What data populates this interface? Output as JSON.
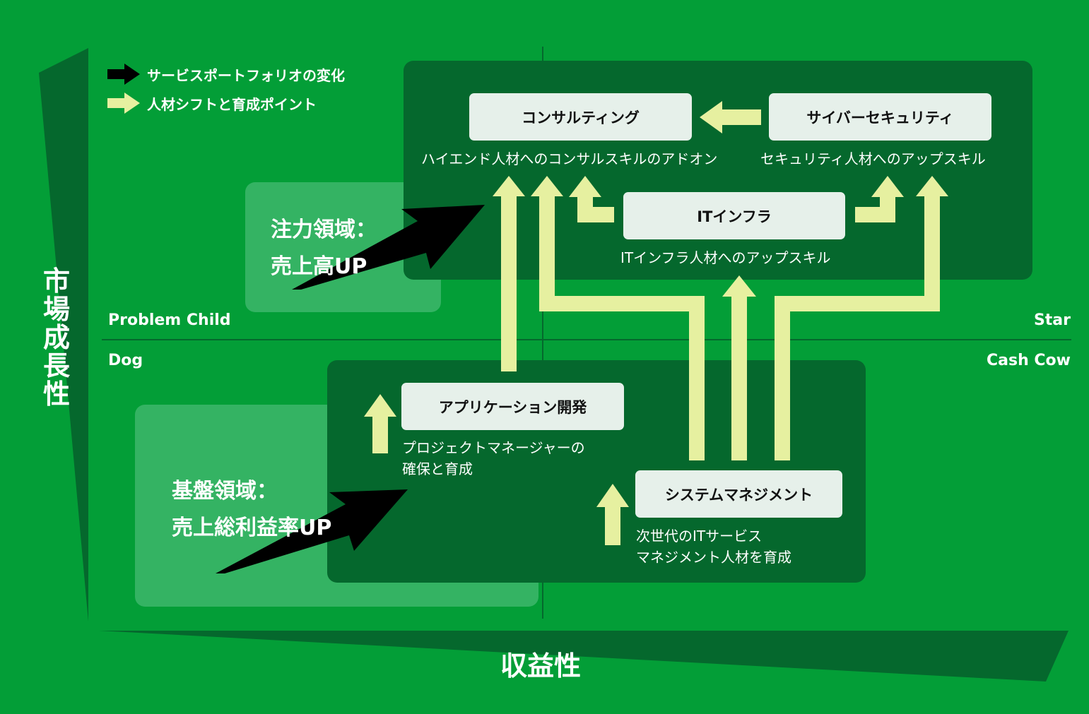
{
  "legend": {
    "items": [
      {
        "label": "サービスポートフォリオの変化",
        "color": "#000000"
      },
      {
        "label": "人材シフトと育成ポイント",
        "color": "#e6f0a0"
      }
    ]
  },
  "axes": {
    "y_label": "市場成長性",
    "x_label": "収益性"
  },
  "quadrants": {
    "top_left": "Problem Child",
    "top_right": "Star",
    "bottom_left": "Dog",
    "bottom_right": "Cash Cow"
  },
  "areas": {
    "focus": {
      "line1": "注力領域：",
      "line2": "売上高UP"
    },
    "base": {
      "line1": "基盤領域：",
      "line2": "売上総利益率UP"
    }
  },
  "boxes": {
    "consulting": {
      "label": "コンサルティング",
      "note": "ハイエンド人材へのコンサルスキルのアドオン"
    },
    "security": {
      "label": "サイバーセキュリティ",
      "note": "セキュリティ人材へのアップスキル"
    },
    "infra": {
      "label": "ITインフラ",
      "note": "ITインフラ人材へのアップスキル"
    },
    "appdev": {
      "label": "アプリケーション開発",
      "note_line1": "プロジェクトマネージャーの",
      "note_line2": "確保と育成"
    },
    "sysmgmt": {
      "label": "システムマネジメント",
      "note_line1": "次世代のITサービス",
      "note_line2": "マネジメント人材を育成"
    }
  },
  "colors": {
    "background": "#039e37",
    "dark_panel": "#05682d",
    "light_panel": "#34b363",
    "shift_arrow": "#e6f0a0",
    "portfolio_arrow": "#000000"
  }
}
